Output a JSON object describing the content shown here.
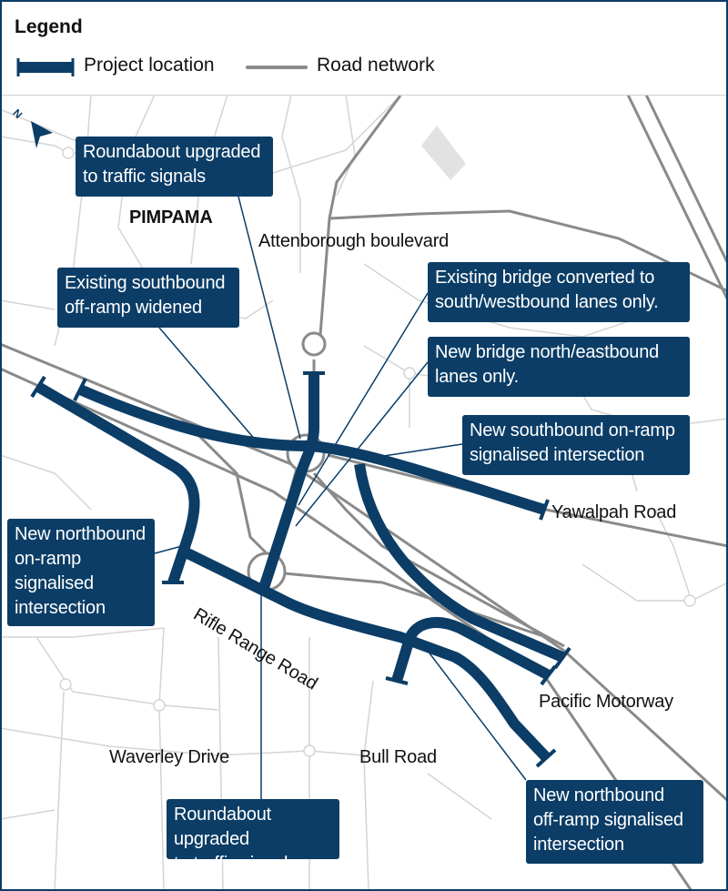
{
  "colors": {
    "project": "#0b3d66",
    "road": "#8a8a8a",
    "street": "#d4d4d4",
    "background": "#ffffff"
  },
  "legend": {
    "title": "Legend",
    "items": [
      {
        "label": "Project location",
        "symbol": "project-line"
      },
      {
        "label": "Road network",
        "symbol": "road-line"
      }
    ]
  },
  "north_arrow": {
    "label": "N",
    "icon": "north-arrow-icon"
  },
  "place_labels": {
    "suburb": "PIMPAMA",
    "attenborough": "Attenborough boulevard",
    "yawalpah": "Yawalpah Road",
    "pacific": "Pacific Motorway",
    "rifle": "Rifle Range Road",
    "waverley": "Waverley Drive",
    "bull": "Bull Road"
  },
  "callouts": [
    {
      "text": "Roundabout upgraded\nto traffic signals"
    },
    {
      "text": "Existing southbound\noff-ramp widened"
    },
    {
      "text": "Existing bridge converted to\nsouth/westbound lanes only."
    },
    {
      "text": "New bridge north/eastbound\nlanes only."
    },
    {
      "text": "New southbound on-ramp\nsignalised intersection"
    },
    {
      "text": "New northbound\non-ramp\nsignalised\nintersection"
    },
    {
      "text": "Roundabout upgraded\nto traffic signals"
    },
    {
      "text": "New northbound\noff-ramp signalised\nintersection"
    }
  ]
}
